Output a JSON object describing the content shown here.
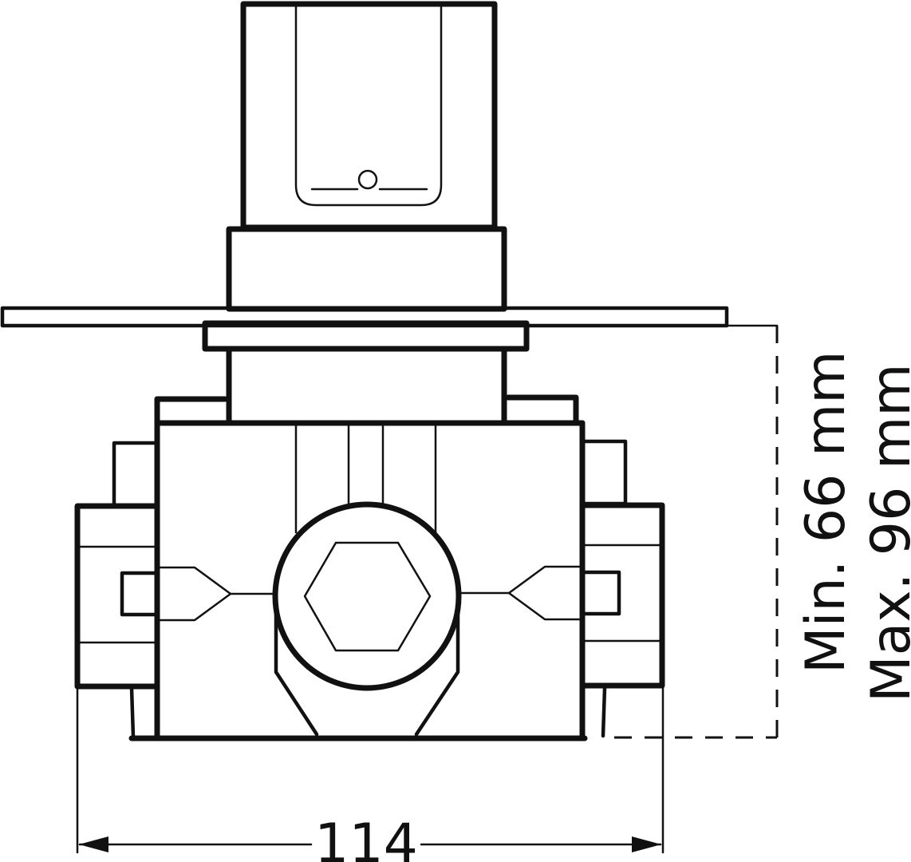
{
  "drawing": {
    "width_dimension": "114",
    "depth_min": "Min. 66 mm",
    "depth_max": "Max. 96 mm"
  }
}
